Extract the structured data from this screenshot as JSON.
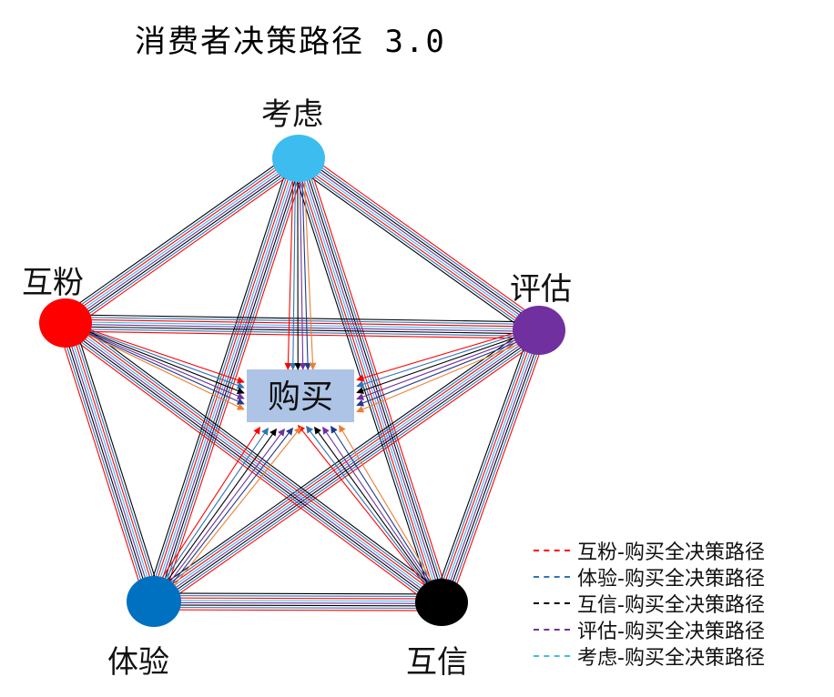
{
  "title": "消费者决策路径 3.0",
  "center": {
    "label": "购买",
    "fill": "#aec4e6"
  },
  "nodes": [
    {
      "id": "kaolv",
      "label": "考虑",
      "color": "#3dbcf0"
    },
    {
      "id": "pinggu",
      "label": "评估",
      "color": "#7030a0"
    },
    {
      "id": "huxin",
      "label": "互信",
      "color": "#000000"
    },
    {
      "id": "tiyan",
      "label": "体验",
      "color": "#0070c0"
    },
    {
      "id": "hufen",
      "label": "互粉",
      "color": "#ff0000"
    }
  ],
  "legend": [
    {
      "label": "互粉-购买全决策路径",
      "color": "#ff0000"
    },
    {
      "label": "体验-购买全决策路径",
      "color": "#2e75b6"
    },
    {
      "label": "互信-购买全决策路径",
      "color": "#000000"
    },
    {
      "label": "评估-购买全决策路径",
      "color": "#7030a0"
    },
    {
      "label": "考虑-购买全决策路径",
      "color": "#3dbcf0"
    }
  ],
  "path_colors": [
    "#ff0000",
    "#2e75b6",
    "#000000",
    "#7030a0",
    "#3dbcf0",
    "#1f3a8a",
    "#ed7d31"
  ]
}
